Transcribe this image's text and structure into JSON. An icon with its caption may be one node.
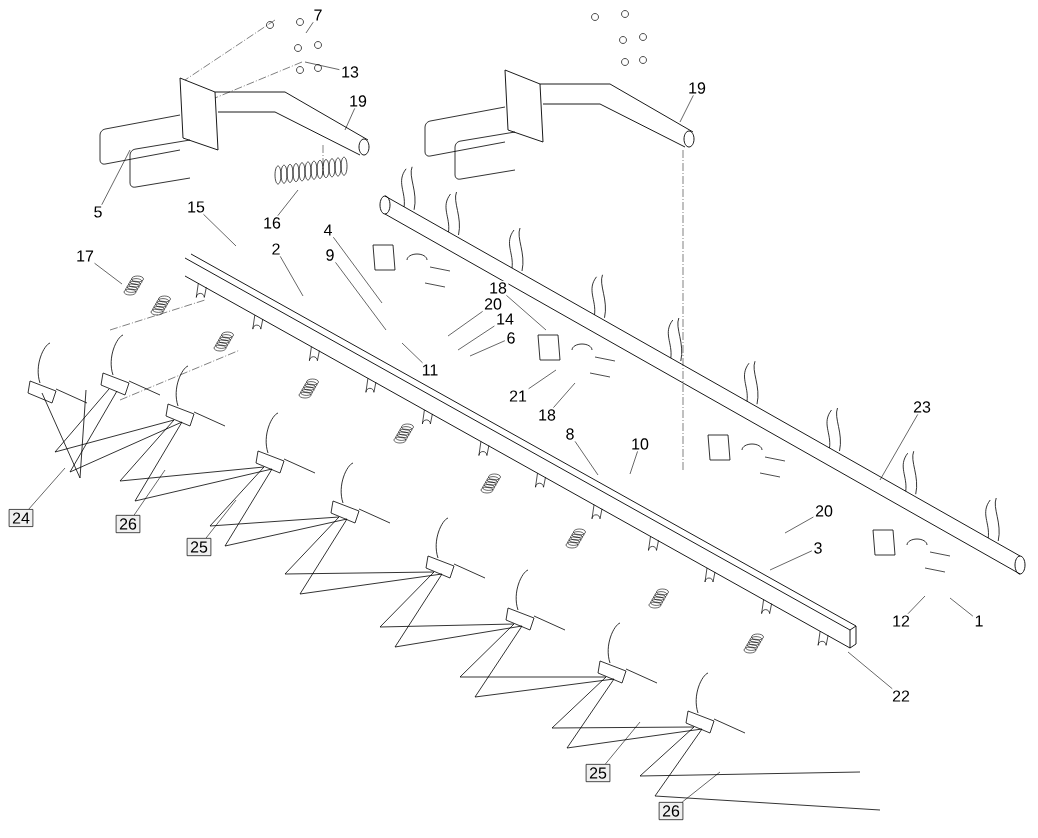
{
  "diagram": {
    "nodes": [
      {
        "text": [
          "7"
        ]
      },
      {
        "text": [
          "13"
        ]
      },
      {
        "text": [
          "19"
        ]
      },
      {
        "text": [
          "19"
        ]
      },
      {
        "text": [
          "5"
        ]
      },
      {
        "text": [
          "16"
        ]
      },
      {
        "text": [
          "15"
        ]
      },
      {
        "text": [
          "4"
        ]
      },
      {
        "text": [
          "17"
        ]
      },
      {
        "text": [
          "2"
        ]
      },
      {
        "text": [
          "9"
        ]
      },
      {
        "text": [
          "18"
        ]
      },
      {
        "text": [
          "20"
        ]
      },
      {
        "text": [
          "14"
        ]
      },
      {
        "text": [
          "6"
        ]
      },
      {
        "text": [
          "11"
        ]
      },
      {
        "text": [
          "21"
        ]
      },
      {
        "text": [
          "23"
        ]
      },
      {
        "text": [
          "18"
        ]
      },
      {
        "text": [
          "8"
        ]
      },
      {
        "text": [
          "10"
        ]
      },
      {
        "text": [
          "20"
        ]
      },
      {
        "text": [
          "24"
        ]
      },
      {
        "text": [
          "26"
        ]
      },
      {
        "text": [
          "3"
        ]
      },
      {
        "text": [
          "25"
        ]
      },
      {
        "text": [
          "12"
        ]
      },
      {
        "text": [
          "1"
        ]
      },
      {
        "text": [
          "22"
        ]
      },
      {
        "text": [
          "25"
        ]
      },
      {
        "text": [
          "26"
        ]
      }
    ],
    "edges": [
      {
        "from": 0,
        "to": null,
        "arrow": "none"
      },
      {
        "from": 1,
        "to": null,
        "arrow": "none"
      },
      {
        "from": 2,
        "to": null,
        "arrow": "none"
      },
      {
        "from": 3,
        "to": null,
        "arrow": "none"
      },
      {
        "from": 4,
        "to": null,
        "arrow": "none"
      },
      {
        "from": 5,
        "to": null,
        "arrow": "none"
      },
      {
        "from": 6,
        "to": null,
        "arrow": "none"
      },
      {
        "from": 7,
        "to": null,
        "arrow": "none"
      },
      {
        "from": 8,
        "to": null,
        "arrow": "none"
      },
      {
        "from": 9,
        "to": null,
        "arrow": "none"
      },
      {
        "from": 10,
        "to": null,
        "arrow": "none"
      },
      {
        "from": 11,
        "to": null,
        "arrow": "none"
      },
      {
        "from": 12,
        "to": null,
        "arrow": "none"
      },
      {
        "from": 13,
        "to": null,
        "arrow": "none"
      },
      {
        "from": 14,
        "to": null,
        "arrow": "none"
      },
      {
        "from": 15,
        "to": null,
        "arrow": "none"
      },
      {
        "from": 16,
        "to": null,
        "arrow": "none"
      },
      {
        "from": 17,
        "to": null,
        "arrow": "none"
      },
      {
        "from": 18,
        "to": null,
        "arrow": "none"
      },
      {
        "from": 19,
        "to": null,
        "arrow": "none"
      },
      {
        "from": 20,
        "to": null,
        "arrow": "none"
      },
      {
        "from": 21,
        "to": null,
        "arrow": "none"
      },
      {
        "from": 22,
        "to": null,
        "arrow": "none"
      },
      {
        "from": 23,
        "to": null,
        "arrow": "none"
      },
      {
        "from": 24,
        "to": null,
        "arrow": "none"
      },
      {
        "from": 25,
        "to": null,
        "arrow": "none"
      },
      {
        "from": 26,
        "to": null,
        "arrow": "none"
      },
      {
        "from": 27,
        "to": null,
        "arrow": "none"
      },
      {
        "from": 28,
        "to": null,
        "arrow": "none"
      },
      {
        "from": 29,
        "to": null,
        "arrow": "none"
      },
      {
        "from": 30,
        "to": null,
        "arrow": "none"
      }
    ]
  }
}
